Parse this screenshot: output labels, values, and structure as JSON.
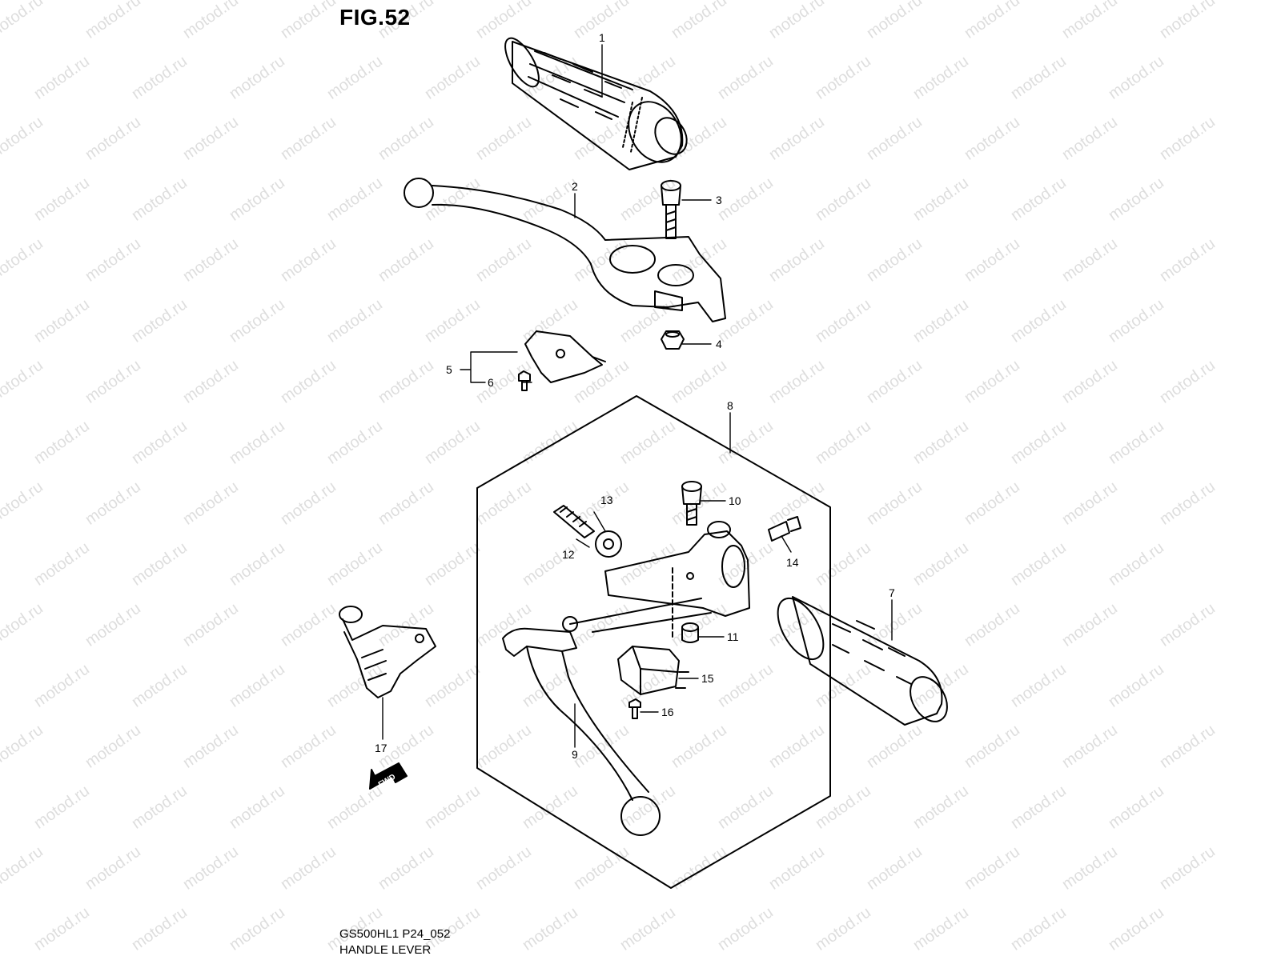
{
  "figure": {
    "title": "FIG.52",
    "code": "GS500HL1 P24_052",
    "name": "HANDLE LEVER",
    "watermark": "motod.ru",
    "fwd_label": "FWD"
  },
  "callouts": [
    {
      "id": "1",
      "label": "1"
    },
    {
      "id": "2",
      "label": "2"
    },
    {
      "id": "3",
      "label": "3"
    },
    {
      "id": "4",
      "label": "4"
    },
    {
      "id": "5",
      "label": "5"
    },
    {
      "id": "6",
      "label": "6"
    },
    {
      "id": "7",
      "label": "7"
    },
    {
      "id": "8",
      "label": "8"
    },
    {
      "id": "9",
      "label": "9"
    },
    {
      "id": "10",
      "label": "10"
    },
    {
      "id": "11",
      "label": "11"
    },
    {
      "id": "12",
      "label": "12"
    },
    {
      "id": "13",
      "label": "13"
    },
    {
      "id": "14",
      "label": "14"
    },
    {
      "id": "15",
      "label": "15"
    },
    {
      "id": "16",
      "label": "16"
    },
    {
      "id": "17",
      "label": "17"
    }
  ],
  "colors": {
    "line": "#000000",
    "background": "#ffffff",
    "watermark": "#000000"
  }
}
